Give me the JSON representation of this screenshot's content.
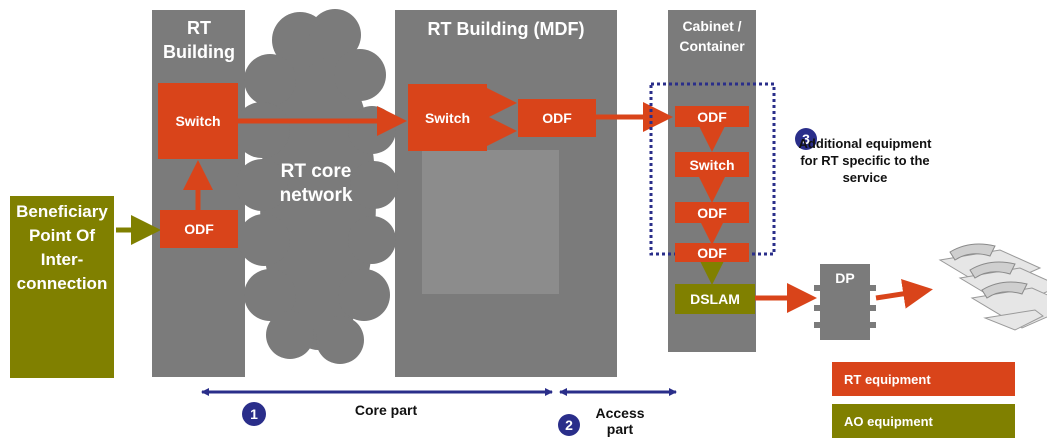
{
  "columns": {
    "rt_building": "RT Building",
    "rt_building_mdf": "RT Building (MDF)",
    "cabinet": "Cabinet / Container"
  },
  "network": "RT core network",
  "boxes": {
    "switch_left": "Switch",
    "odf_left": "ODF",
    "switch_mdf": "Switch",
    "odf_mdf": "ODF",
    "odf_cab_1": "ODF",
    "switch_cab": "Switch",
    "odf_cab_2": "ODF",
    "odf_cab_3": "ODF",
    "dslam": "DSLAM",
    "dp": "DP"
  },
  "beneficiary": "Beneficiary Point Of Inter- connection",
  "notes": {
    "badge3": "3",
    "additional": "Additional equipment for RT specific to the service"
  },
  "parts": {
    "badge1": "1",
    "core": "Core part",
    "badge2": "2",
    "access": "Access part"
  },
  "legend": {
    "rt_equipment": "RT equipment",
    "ao_equipment": "AO equipment"
  },
  "colors": {
    "rt": "#d9441a",
    "ao": "#808000",
    "column": "#7b7b7b",
    "badge": "#2a2e8a"
  }
}
